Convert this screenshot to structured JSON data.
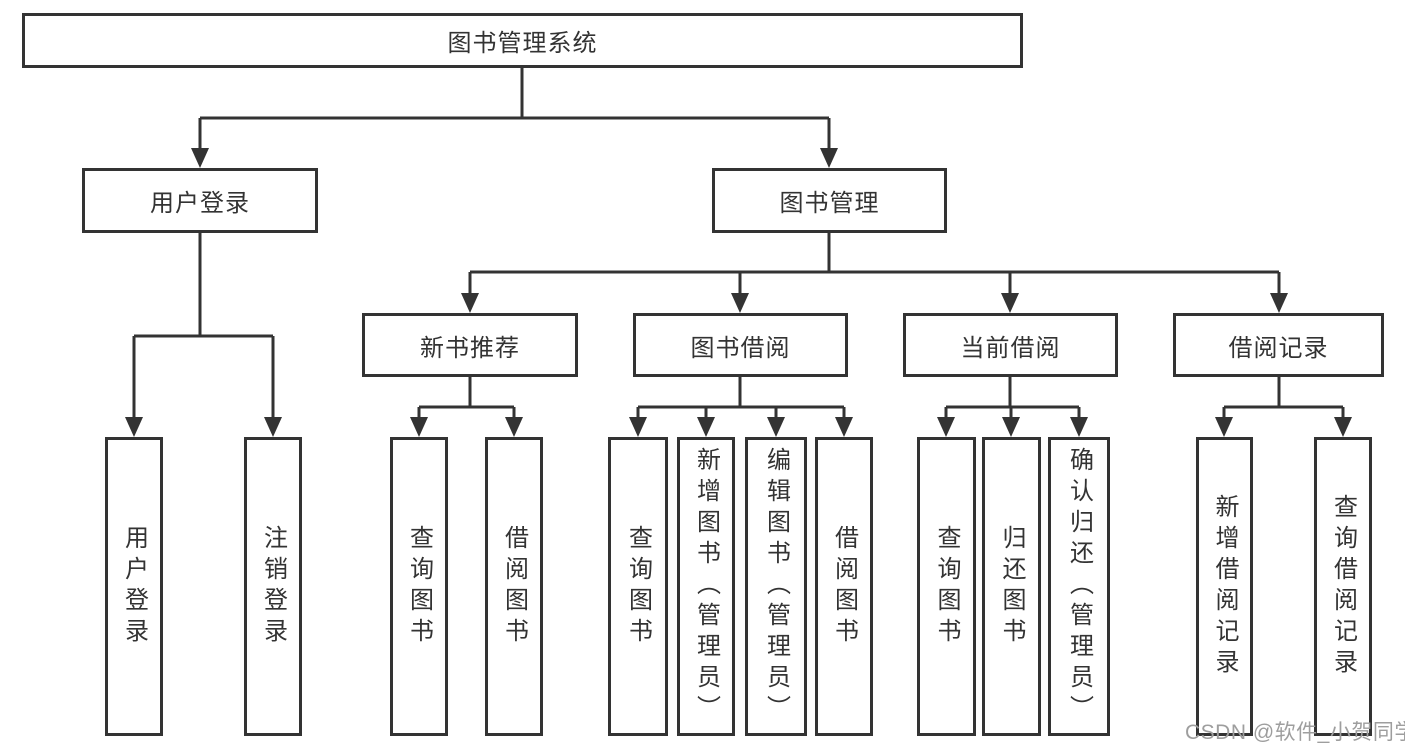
{
  "title": "图书管理系统",
  "level2": {
    "user_login": "用户登录",
    "book_mgmt": "图书管理"
  },
  "level3": {
    "new_book": "新书推荐",
    "borrow": "图书借阅",
    "current": "当前借阅",
    "records": "借阅记录"
  },
  "leaves": {
    "user_login_0": "用户登录",
    "user_login_1": "注销登录",
    "new_book_0": "查询图书",
    "new_book_1": "借阅图书",
    "borrow_0": "查询图书",
    "borrow_1": "新增图书（管理员）",
    "borrow_2": "编辑图书（管理员）",
    "borrow_3": "借阅图书",
    "current_0": "查询图书",
    "current_1": "归还图书",
    "current_2": "确认归还（管理员）",
    "records_0": "新增借阅记录",
    "records_1": "查询借阅记录"
  },
  "watermark": "CSDN @软件_小贺同学",
  "colors": {
    "line": "#333333",
    "text": "#333333",
    "background": "#ffffff",
    "watermark": "#9e9e9e"
  }
}
